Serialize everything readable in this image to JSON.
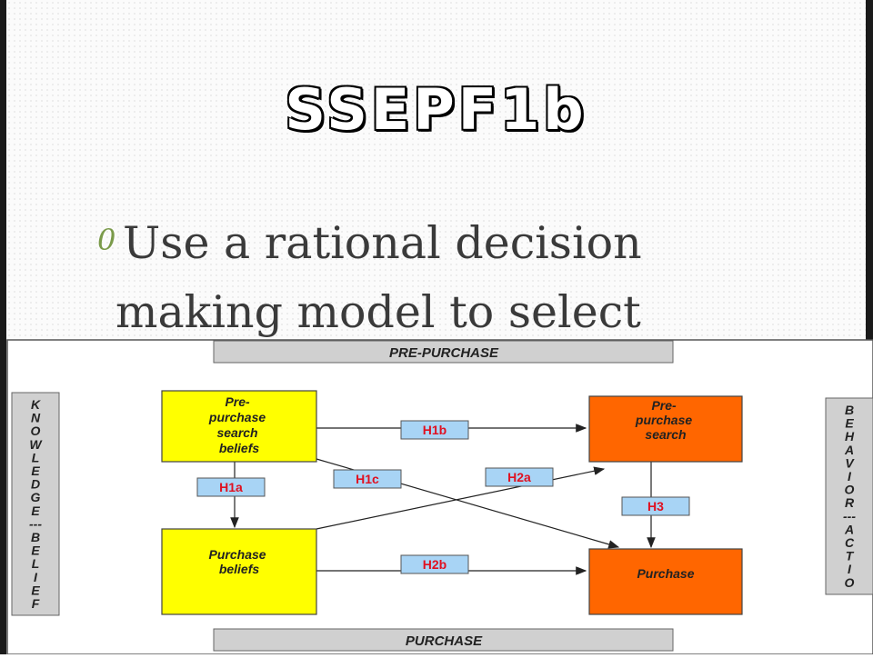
{
  "slide": {
    "title": "SSEPF1b",
    "bullet_marker": "0",
    "bullet_line1": "Use a rational decision",
    "bullet_line2": "making model to select"
  },
  "diagram": {
    "top_bar": "PRE-PURCHASE",
    "bottom_bar": "PURCHASE",
    "left_side": [
      "K",
      "N",
      "O",
      "W",
      "L",
      "E",
      "D",
      "G",
      "E",
      "---",
      "B",
      "E",
      "L",
      "I",
      "E",
      "F"
    ],
    "right_side": [
      "B",
      "E",
      "H",
      "A",
      "V",
      "I",
      "O",
      "R",
      "---",
      "A",
      "C",
      "T",
      "I",
      "O"
    ],
    "boxes": {
      "pre_purchase_search_beliefs": [
        "Pre-",
        "purchase",
        "search",
        "beliefs"
      ],
      "purchase_beliefs": [
        "Purchase",
        "beliefs"
      ],
      "pre_purchase_search": [
        "Pre-",
        "purchase",
        "search"
      ],
      "purchase": [
        "Purchase"
      ]
    },
    "hypotheses": {
      "h1a": "H1a",
      "h1b": "H1b",
      "h1c": "H1c",
      "h2a": "H2a",
      "h2b": "H2b",
      "h3": "H3"
    },
    "colors": {
      "belief_box": "#ffff00",
      "action_box": "#ff6600",
      "hyp_fill": "#a8d4f5",
      "hyp_text": "#e01020",
      "bar_fill": "#d0d0d0"
    }
  }
}
